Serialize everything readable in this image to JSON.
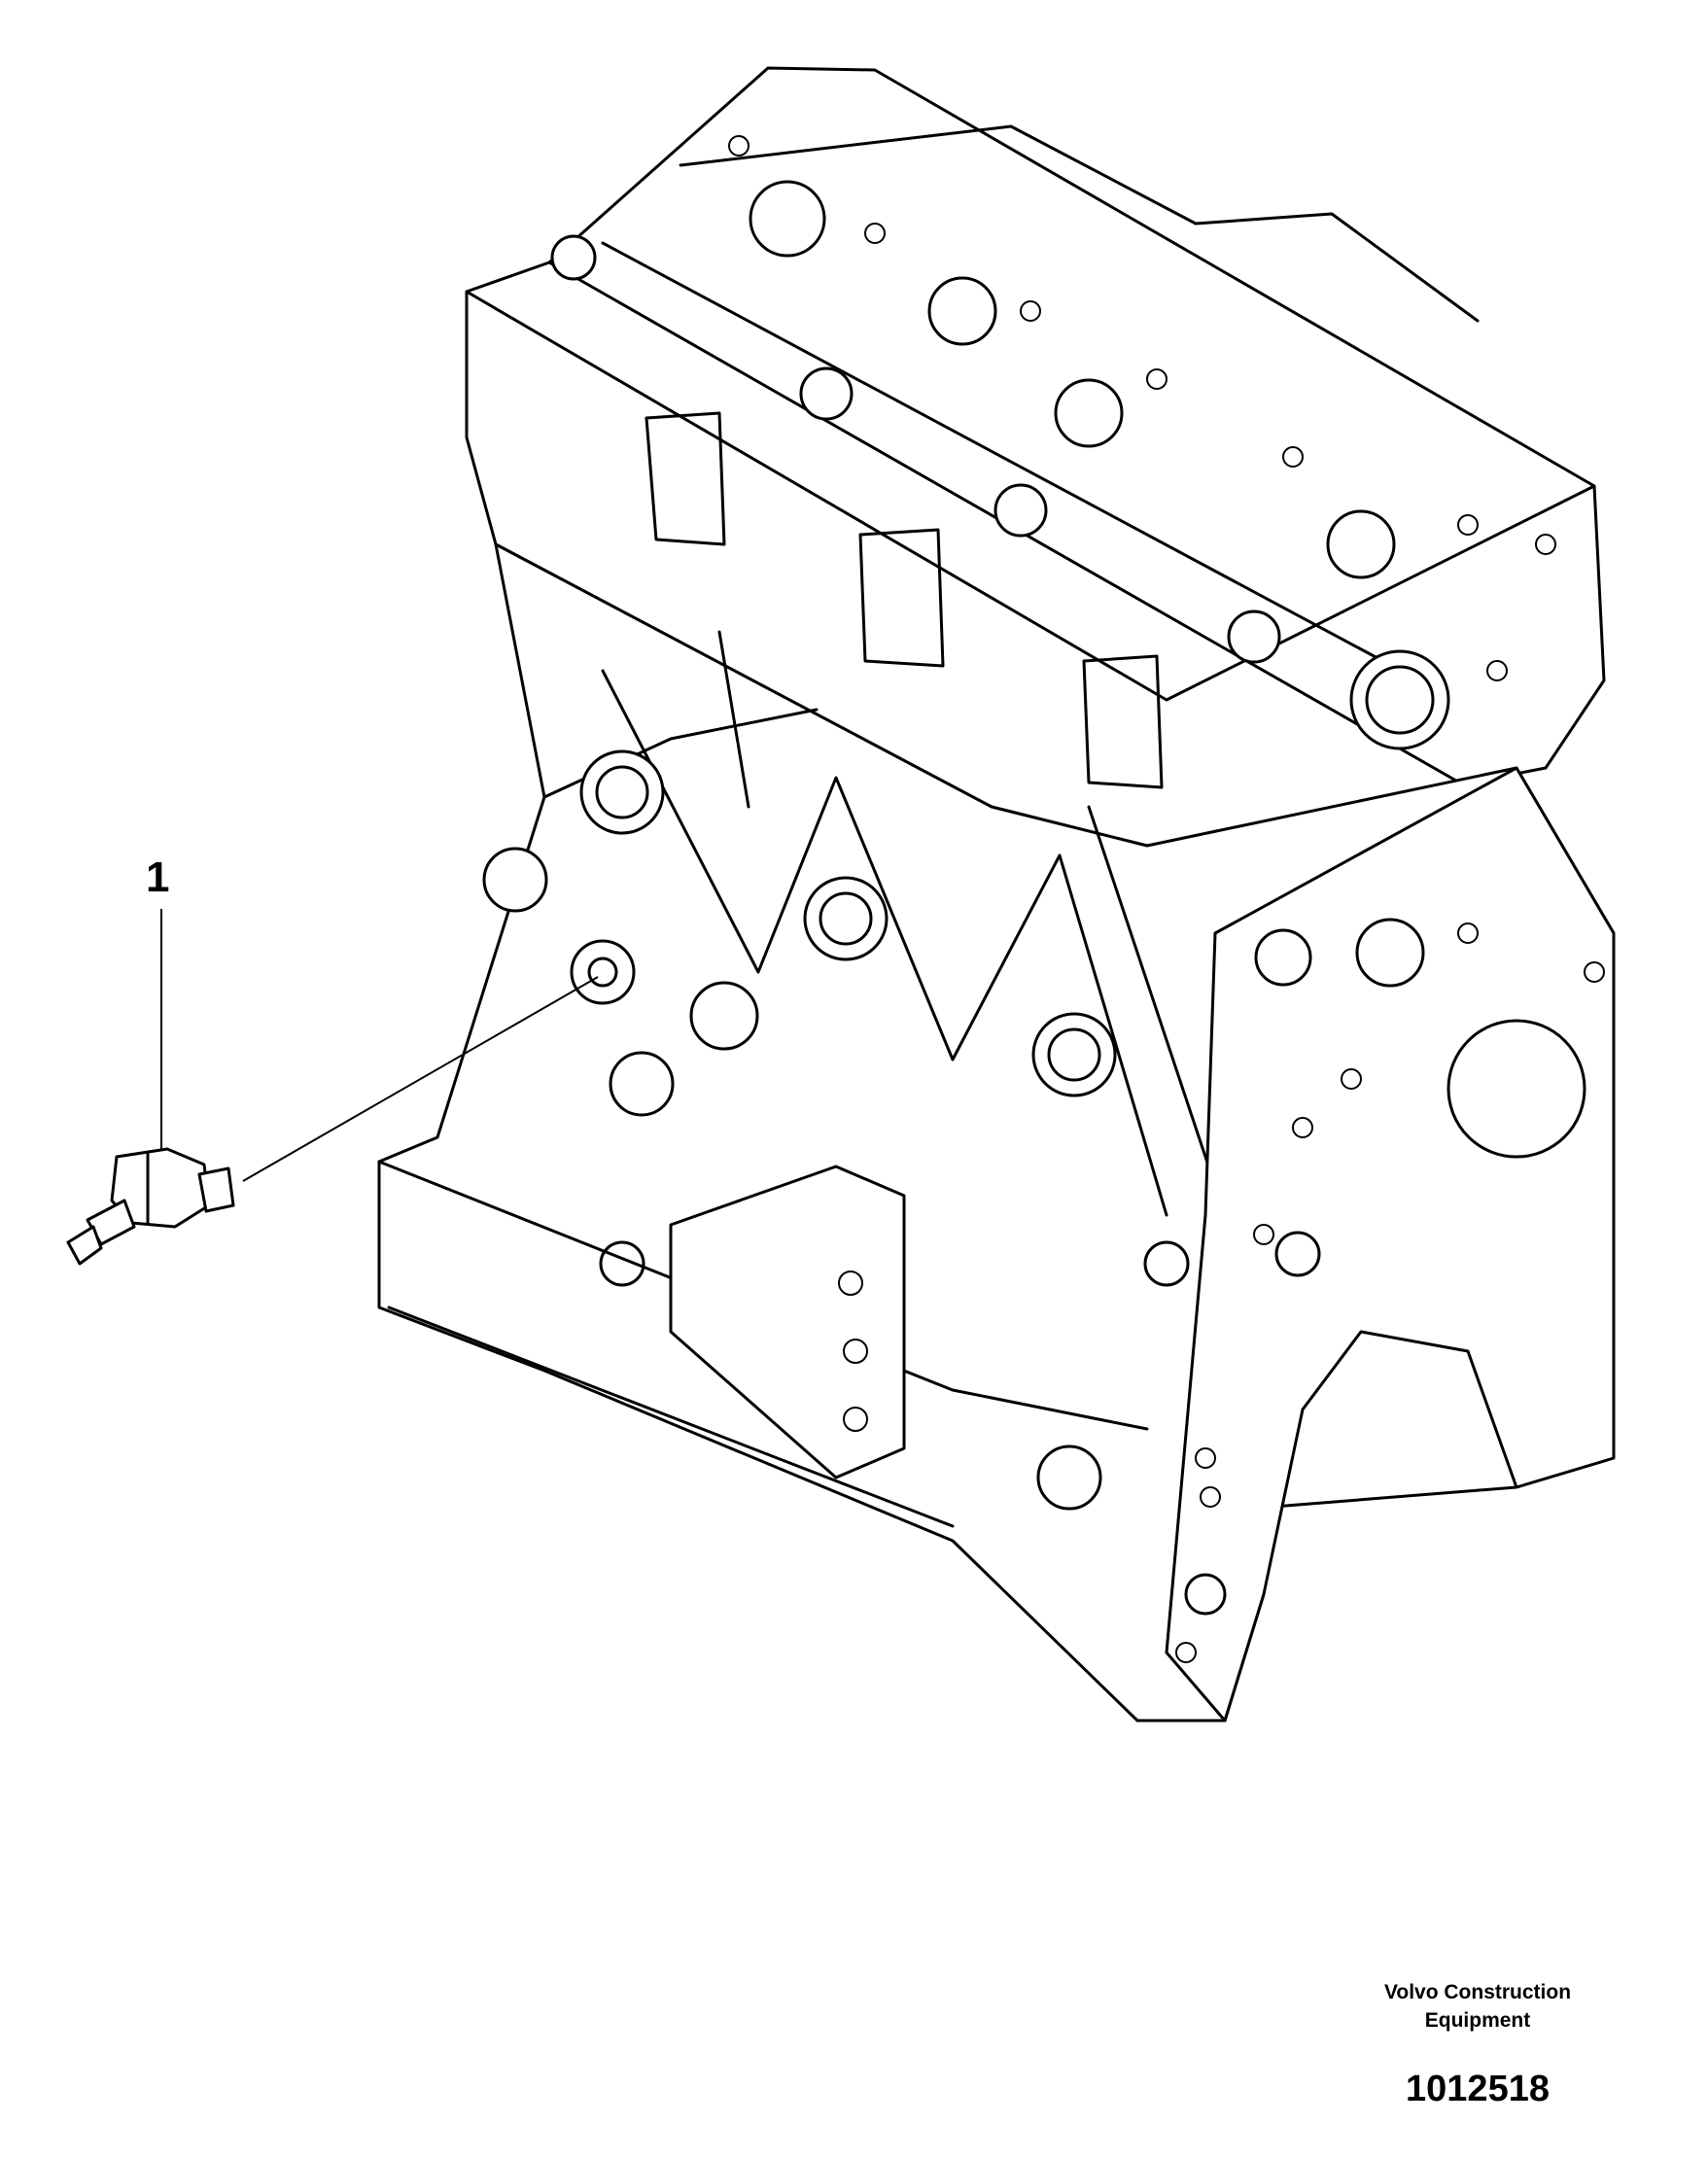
{
  "callout": {
    "number": "1"
  },
  "footer": {
    "brand_line1": "Volvo Construction",
    "brand_line2": "Equipment",
    "part_number": "1012518"
  },
  "colors": {
    "line": "#000000",
    "background": "#ffffff"
  }
}
